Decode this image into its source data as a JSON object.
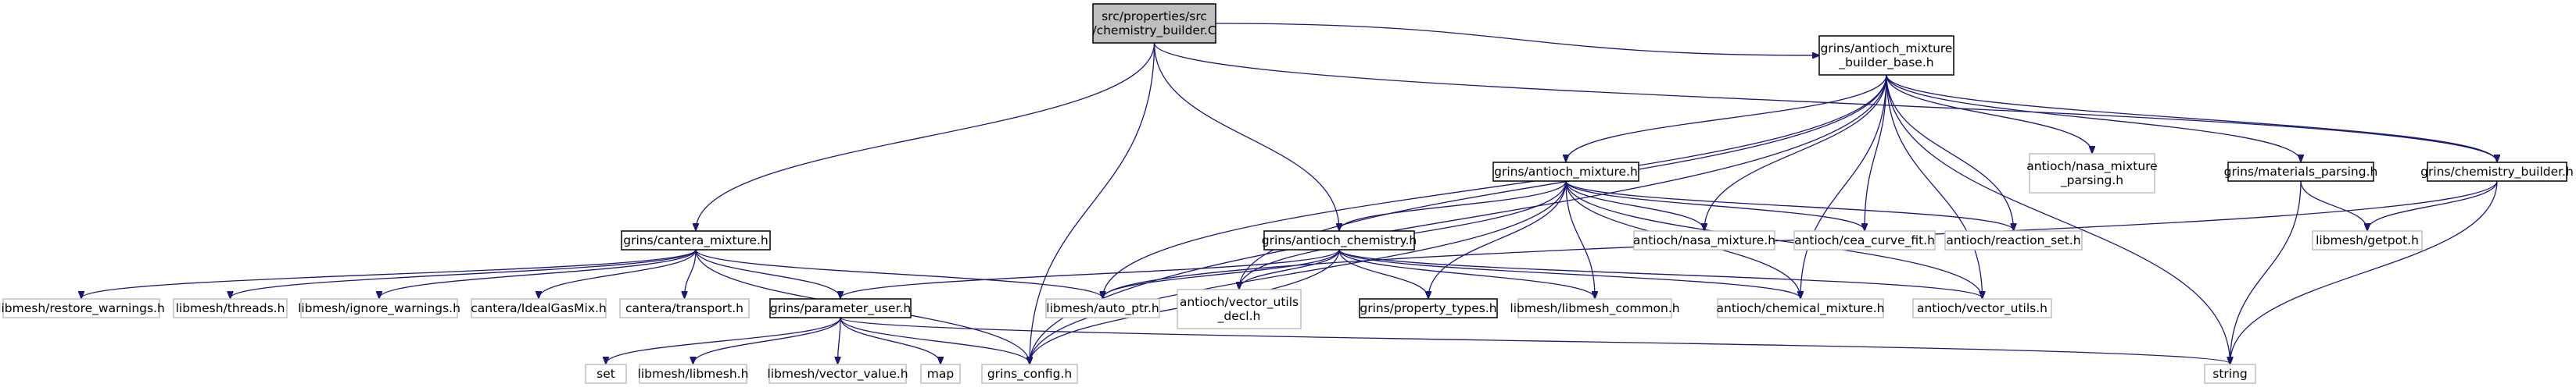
{
  "diagram": {
    "colors": {
      "root_fill": "#bfbfbf",
      "root_stroke": "#000000",
      "documented_stroke": "#000000",
      "undocumented_stroke": "#bfbfbf",
      "edge": "#191970"
    },
    "nodes": [
      {
        "id": "root",
        "label": [
          "src/properties/src",
          "/chemistry_builder.C"
        ],
        "kind": "root"
      },
      {
        "id": "amb",
        "label": [
          "grins/antioch_mixture",
          "_builder_base.h"
        ],
        "kind": "documented"
      },
      {
        "id": "cantera",
        "label": [
          "grins/cantera_mixture.h"
        ],
        "kind": "documented"
      },
      {
        "id": "am",
        "label": [
          "grins/antioch_mixture.h"
        ],
        "kind": "documented"
      },
      {
        "id": "nasa_parsing",
        "label": [
          "antioch/nasa_mixture",
          "_parsing.h"
        ],
        "kind": "external"
      },
      {
        "id": "matparse",
        "label": [
          "grins/materials_parsing.h"
        ],
        "kind": "documented"
      },
      {
        "id": "chembuilder",
        "label": [
          "grins/chemistry_builder.h"
        ],
        "kind": "documented"
      },
      {
        "id": "ac",
        "label": [
          "grins/antioch_chemistry.h"
        ],
        "kind": "documented"
      },
      {
        "id": "nasa_mix",
        "label": [
          "antioch/nasa_mixture.h"
        ],
        "kind": "external"
      },
      {
        "id": "cea",
        "label": [
          "antioch/cea_curve_fit.h"
        ],
        "kind": "external"
      },
      {
        "id": "reaction",
        "label": [
          "antioch/reaction_set.h"
        ],
        "kind": "external"
      },
      {
        "id": "getpot",
        "label": [
          "libmesh/getpot.h"
        ],
        "kind": "external"
      },
      {
        "id": "restore",
        "label": [
          "libmesh/restore_warnings.h"
        ],
        "kind": "external"
      },
      {
        "id": "threads",
        "label": [
          "libmesh/threads.h"
        ],
        "kind": "external"
      },
      {
        "id": "ignore",
        "label": [
          "libmesh/ignore_warnings.h"
        ],
        "kind": "external"
      },
      {
        "id": "idealgas",
        "label": [
          "cantera/IdealGasMix.h"
        ],
        "kind": "external"
      },
      {
        "id": "transport",
        "label": [
          "cantera/transport.h"
        ],
        "kind": "external"
      },
      {
        "id": "param",
        "label": [
          "grins/parameter_user.h"
        ],
        "kind": "documented"
      },
      {
        "id": "autoptr",
        "label": [
          "libmesh/auto_ptr.h"
        ],
        "kind": "external"
      },
      {
        "id": "vudecl",
        "label": [
          "antioch/vector_utils",
          "_decl.h"
        ],
        "kind": "external"
      },
      {
        "id": "proptypes",
        "label": [
          "grins/property_types.h"
        ],
        "kind": "documented"
      },
      {
        "id": "lmcommon",
        "label": [
          "libmesh/libmesh_common.h"
        ],
        "kind": "external"
      },
      {
        "id": "chemmix",
        "label": [
          "antioch/chemical_mixture.h"
        ],
        "kind": "external"
      },
      {
        "id": "vu",
        "label": [
          "antioch/vector_utils.h"
        ],
        "kind": "external"
      },
      {
        "id": "set",
        "label": [
          "set"
        ],
        "kind": "external"
      },
      {
        "id": "libmesh",
        "label": [
          "libmesh/libmesh.h"
        ],
        "kind": "external"
      },
      {
        "id": "vecval",
        "label": [
          "libmesh/vector_value.h"
        ],
        "kind": "external"
      },
      {
        "id": "map",
        "label": [
          "map"
        ],
        "kind": "external"
      },
      {
        "id": "config",
        "label": [
          "grins_config.h"
        ],
        "kind": "external"
      },
      {
        "id": "string",
        "label": [
          "string"
        ],
        "kind": "external"
      }
    ],
    "edges": [
      [
        "root",
        "amb"
      ],
      [
        "root",
        "cantera"
      ],
      [
        "root",
        "ac"
      ],
      [
        "root",
        "config"
      ],
      [
        "root",
        "chembuilder"
      ],
      [
        "amb",
        "am"
      ],
      [
        "amb",
        "nasa_parsing"
      ],
      [
        "amb",
        "matparse"
      ],
      [
        "amb",
        "chembuilder"
      ],
      [
        "amb",
        "nasa_mix"
      ],
      [
        "amb",
        "cea"
      ],
      [
        "amb",
        "reaction"
      ],
      [
        "amb",
        "autoptr"
      ],
      [
        "amb",
        "config"
      ],
      [
        "amb",
        "vudecl"
      ],
      [
        "amb",
        "chemmix"
      ],
      [
        "amb",
        "vu"
      ],
      [
        "amb",
        "string"
      ],
      [
        "cantera",
        "restore"
      ],
      [
        "cantera",
        "threads"
      ],
      [
        "cantera",
        "ignore"
      ],
      [
        "cantera",
        "idealgas"
      ],
      [
        "cantera",
        "transport"
      ],
      [
        "cantera",
        "param"
      ],
      [
        "cantera",
        "autoptr"
      ],
      [
        "cantera",
        "config"
      ],
      [
        "am",
        "ac"
      ],
      [
        "am",
        "nasa_mix"
      ],
      [
        "am",
        "cea"
      ],
      [
        "am",
        "reaction"
      ],
      [
        "am",
        "proptypes"
      ],
      [
        "am",
        "lmcommon"
      ],
      [
        "am",
        "chemmix"
      ],
      [
        "am",
        "vu"
      ],
      [
        "am",
        "vudecl"
      ],
      [
        "am",
        "config"
      ],
      [
        "matparse",
        "getpot"
      ],
      [
        "matparse",
        "string"
      ],
      [
        "chembuilder",
        "getpot"
      ],
      [
        "chembuilder",
        "string"
      ],
      [
        "chembuilder",
        "autoptr"
      ],
      [
        "ac",
        "param"
      ],
      [
        "ac",
        "autoptr"
      ],
      [
        "ac",
        "vudecl"
      ],
      [
        "ac",
        "proptypes"
      ],
      [
        "ac",
        "lmcommon"
      ],
      [
        "ac",
        "chemmix"
      ],
      [
        "ac",
        "vu"
      ],
      [
        "ac",
        "config"
      ],
      [
        "param",
        "set"
      ],
      [
        "param",
        "libmesh"
      ],
      [
        "param",
        "vecval"
      ],
      [
        "param",
        "map"
      ],
      [
        "param",
        "config"
      ],
      [
        "param",
        "string"
      ]
    ]
  }
}
